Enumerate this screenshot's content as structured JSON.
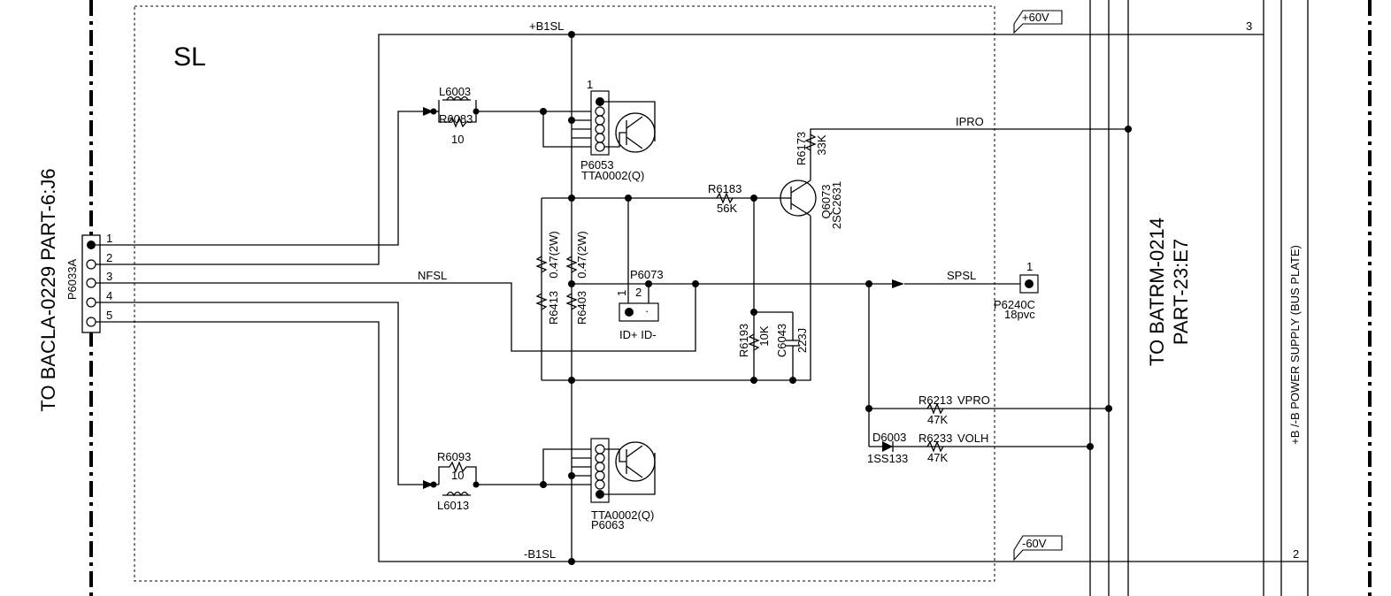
{
  "block": {
    "name": "SL"
  },
  "left_connector": {
    "ref": "P6033A",
    "destination": "TO BACLA-0229 PART-6:J6",
    "pins": [
      "1",
      "2",
      "3",
      "4",
      "5"
    ]
  },
  "nets": {
    "b1sl_pos": "+B1SL",
    "b1sl_neg": "-B1SL",
    "nfsl": "NFSL",
    "spsl": "SPSL",
    "ipro": "IPRO",
    "vpro": "VPRO",
    "volh": "VOLH"
  },
  "rail_boxes": {
    "pos": "+60V",
    "neg": "-60V"
  },
  "bus_pins": {
    "top": "3",
    "bottom": "2"
  },
  "right_destination": {
    "line1": "TO BATRM-0214",
    "line2": "PART-23:E7"
  },
  "bus_plate": {
    "label": "+B /-B  POWER SUPPLY  (BUS PLATE)"
  },
  "upper_stage": {
    "inductor": "L6003",
    "resistor": "R6083",
    "resistor_value": "10",
    "connector": "P6053",
    "transistor": "TTA0002(Q)",
    "pin1": "1"
  },
  "lower_stage": {
    "inductor": "L6013",
    "resistor": "R6093",
    "resistor_value": "10",
    "connector": "P6063",
    "transistor": "TTA0002(Q)"
  },
  "parts": {
    "r6183": {
      "ref": "R6183",
      "value": "56K"
    },
    "r6173": {
      "ref": "R6173",
      "value": "33K"
    },
    "q6073": {
      "ref": "Q6073",
      "type": "2SC2631"
    },
    "r6413": {
      "ref": "R6413",
      "value": "0.47(2W)"
    },
    "r6403": {
      "ref": "R6403",
      "value": "0.47(2W)"
    },
    "p6073": {
      "ref": "P6073",
      "pin1": "1",
      "pin2": "2",
      "label": "ID+ ID-"
    },
    "r6193": {
      "ref": "R6193",
      "value": "10K"
    },
    "c6043": {
      "ref": "C6043",
      "value": "223J"
    },
    "p6240c": {
      "ref": "P6240C",
      "type": "18pvc",
      "pin": "1"
    },
    "r6213": {
      "ref": "R6213",
      "value": "47K"
    },
    "r6233": {
      "ref": "R6233",
      "value": "47K"
    },
    "d6003": {
      "ref": "D6003",
      "type": "1SS133"
    }
  }
}
